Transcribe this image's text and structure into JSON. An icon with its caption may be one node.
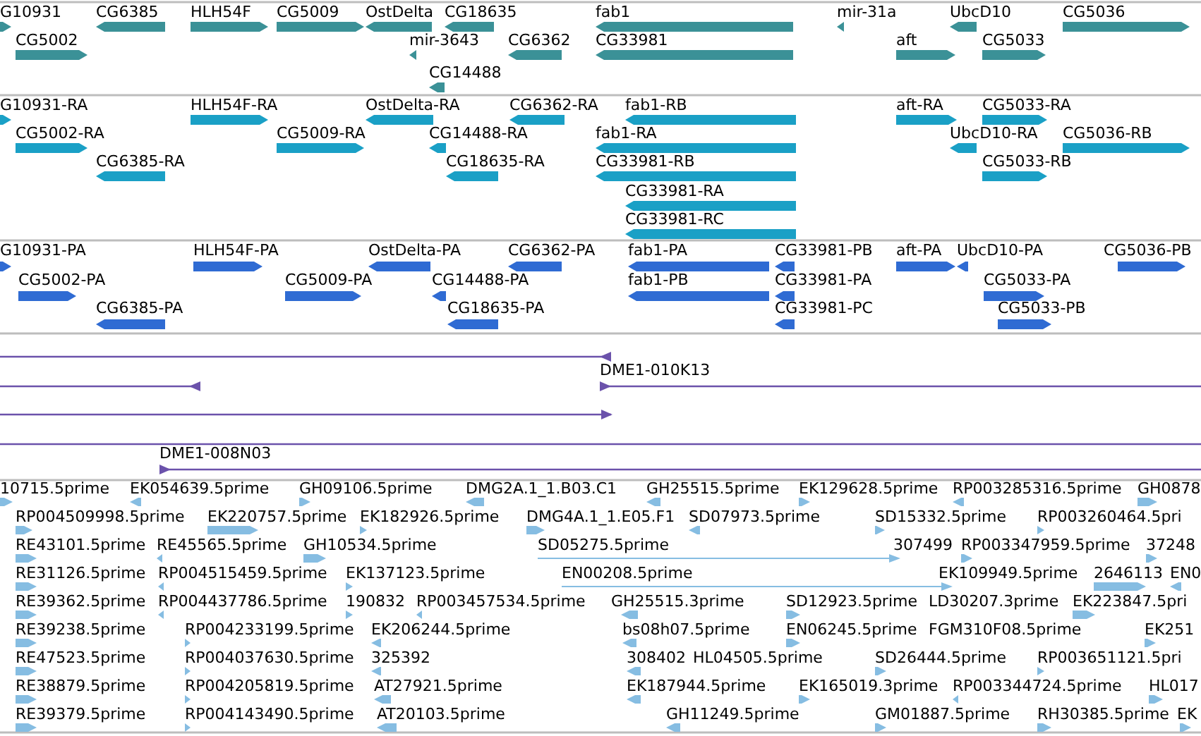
{
  "diagram": {
    "labels": [
      "G10931",
      "CG6385",
      "HLH54F",
      "CG5009",
      "OstDelta",
      "CG18635",
      "fab1",
      "mir-31a",
      "UbcD10",
      "CG5036",
      "CG5002",
      "mir-3643",
      "CG6362",
      "CG33981",
      "aft",
      "CG5033",
      "CG14488",
      "G10931-RA",
      "HLH54F-RA",
      "OstDelta-RA",
      "CG6362-RA",
      "fab1-RB",
      "aft-RA",
      "CG5033-RA",
      "CG5002-RA",
      "CG5009-RA",
      "CG14488-RA",
      "fab1-RA",
      "UbcD10-RA",
      "CG5036-RB",
      "CG6385-RA",
      "CG18635-RA",
      "CG33981-RB",
      "CG5033-RB",
      "CG33981-RA",
      "CG33981-RC",
      "G10931-PA",
      "HLH54F-PA",
      "OstDelta-PA",
      "CG6362-PA",
      "fab1-PA",
      "CG33981-PB",
      "aft-PA",
      "UbcD10-PA",
      "CG5036-PB",
      "CG5002-PA",
      "CG5009-PA",
      "CG14488-PA",
      "fab1-PB",
      "CG33981-PA",
      "CG5033-PA",
      "CG6385-PA",
      "CG18635-PA",
      "CG33981-PC",
      "CG5033-PB",
      "DME1-010K13",
      "DME1-008N03",
      "10715.5prime",
      "EK054639.5prime",
      "GH09106.5prime",
      "DMG2A.1_1.B03.C1",
      "GH25515.5prime",
      "EK129628.5prime",
      "RP003285316.5prime",
      "GH0878",
      "RP004509998.5prime",
      "EK220757.5prime",
      "EK182926.5prime",
      "DMG4A.1_1.E05.F1",
      "SD07973.5prime",
      "SD15332.5prime",
      "RP003260464.5pri",
      "RE43101.5prime",
      "RE45565.5prime",
      "GH10534.5prime",
      "SD05275.5prime",
      "307499",
      "RP003347959.5prime",
      "37248",
      "RE31126.5prime",
      "RP004515459.5prime",
      "EK137123.5prime",
      "EN00208.5prime",
      "EK109949.5prime",
      "2646113",
      "EN0",
      "RE39362.5prime",
      "RP004437786.5prime",
      "190832",
      "RP003457534.5prime",
      "GH25515.3prime",
      "SD12923.5prime",
      "LD30207.3prime",
      "EK223847.5pri",
      "RE39238.5prime",
      "RP004233199.5prime",
      "EK206244.5prime",
      "bs08h07.5prime",
      "EN06245.5prime",
      "FGM310F08.5prime",
      "EK251",
      "RE47523.5prime",
      "RP004037630.5prime",
      "325392",
      "308402",
      "HL04505.5prime",
      "SD26444.5prime",
      "RP003651121.5pri",
      "RE38879.5prime",
      "RP004205819.5prime",
      "AT27921.5prime",
      "EK187944.5prime",
      "EK165019.3prime",
      "RP003344724.5prime",
      "HL017",
      "RE39379.5prime",
      "RP004143490.5prime",
      "AT20103.5prime",
      "GH11249.5prime",
      "GM01887.5prime",
      "RH30385.5prime",
      "EK"
    ]
  }
}
